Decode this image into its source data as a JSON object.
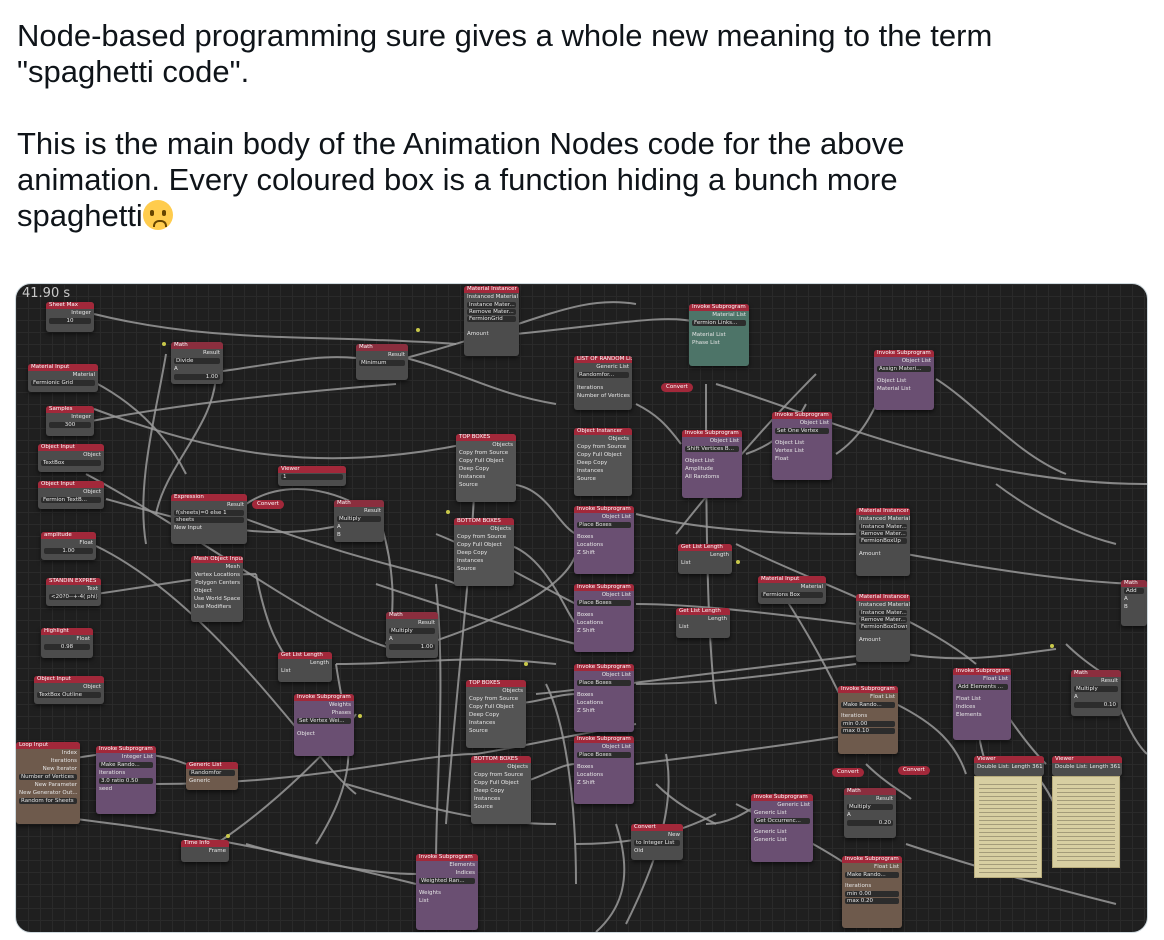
{
  "tweet": {
    "line1": "Node-based programming sure gives a whole new meaning to the term",
    "line2": "\"spaghetti code\".",
    "line3": "This is the main body of the Animation Nodes code for the above",
    "line4": "animation. Every coloured box is a function hiding a bunch more",
    "line5": "spaghetti"
  },
  "media": {
    "timer": "41.90 s"
  },
  "nodes": {
    "sheet_max": {
      "title": "Sheet Max",
      "field": "Integer",
      "value": "10"
    },
    "material_input": {
      "title": "Material Input",
      "out": "Material",
      "value": "Fermionic Grid"
    },
    "samples": {
      "title": "Samples",
      "field": "Integer",
      "value": "300"
    },
    "object_input_1": {
      "title": "Object Input",
      "out": "Object",
      "value": "TextBox"
    },
    "object_input_2": {
      "title": "Object Input",
      "out": "Object",
      "value": "Fermion TextB..."
    },
    "amplitude": {
      "title": "amplitude",
      "out": "Float",
      "value": "1.00"
    },
    "random_expres": {
      "title": "STANDIN EXPRES",
      "out": "Text",
      "value": "<20?0--+-4( phi) X"
    },
    "highlight": {
      "title": "Highlight",
      "out": "Float",
      "value": "0.98"
    },
    "object_input_3": {
      "title": "Object Input",
      "out": "Object",
      "value": "TextBox Outline"
    },
    "loop_input": {
      "title": "Loop Input",
      "rows": [
        "Index",
        "Iterations",
        "New Iterator",
        "Number of Vertices",
        "New Parameter",
        "New Generator Out...",
        "Random for Sheets"
      ]
    },
    "invoke_make_random_1": {
      "title": "Invoke Subprogram",
      "out": "Integer List",
      "fn": "Make Rando...",
      "rows": [
        "Iterations",
        "3.0 ratio  0.50",
        "seed"
      ]
    },
    "generic_list": {
      "title": "Generic List",
      "fn": "Randomfor",
      "out": "Generic"
    },
    "time_info": {
      "title": "Time Info",
      "out": "Frame"
    },
    "math_1": {
      "title": "Math",
      "out": "Result",
      "op": "Divide",
      "a": "A",
      "b": "1.00"
    },
    "math_2": {
      "title": "Math",
      "out": "Result",
      "op": "Minimum"
    },
    "expression": {
      "title": "Expression",
      "out": "Result",
      "expr": "f(sheets)=0 else 1",
      "rows": [
        "sheets",
        "New Input"
      ]
    },
    "convert_1": {
      "title": "Convert"
    },
    "viewer_1": {
      "title": "Viewer",
      "value": "1"
    },
    "math_3": {
      "title": "Math",
      "out": "Result",
      "op": "Multiply",
      "a": "A",
      "b": "B"
    },
    "mesh_object_input": {
      "title": "Mesh Object Input",
      "out": "Mesh",
      "rows": [
        "Vertex Locations",
        "Polygon Centers",
        "Object",
        "Use World Space",
        "Use Modifiers"
      ]
    },
    "get_list_length_1": {
      "title": "Get List Length",
      "out": "Length",
      "row": "List"
    },
    "math_4": {
      "title": "Math",
      "out": "Result",
      "op": "Multiply",
      "a": "A",
      "b": "1.00"
    },
    "invoke_set_vertices": {
      "title": "Invoke Subprogram",
      "rows": [
        "Weights",
        "Phases"
      ],
      "fn": "Set Vertex Wei...",
      "row": "Object"
    },
    "material_instancer_1": {
      "title": "Material Instancer",
      "out": "Instanced Material",
      "rows": [
        "Instance Mater...",
        "Remove Mater..."
      ],
      "value": "FermionGrid",
      "amount": "Amount"
    },
    "list_of_random_lists": {
      "title": "LIST OF RANDOM LISTS",
      "out": "Generic List",
      "fn": "Randomfor...",
      "rows": [
        "Iterations",
        "Number of Vertices"
      ]
    },
    "top_boxes_1": {
      "title": "TOP BOXES",
      "out": "Objects",
      "rows": [
        "Copy from Source",
        "Copy Full Object",
        "Deep Copy",
        "Instances",
        "Source"
      ]
    },
    "bottom_boxes_1": {
      "title": "BOTTOM BOXES",
      "out": "Objects",
      "rows": [
        "Copy from Source",
        "Copy Full Object",
        "Deep Copy",
        "Instances",
        "Source"
      ]
    },
    "object_instancer": {
      "title": "Object Instancer",
      "out": "Objects",
      "rows": [
        "Copy from Source",
        "Copy Full Object",
        "Deep Copy",
        "Instances",
        "Source"
      ]
    },
    "top_boxes_2": {
      "title": "TOP BOXES",
      "out": "Objects",
      "rows": [
        "Copy from Source",
        "Copy Full Object",
        "Deep Copy",
        "Instances",
        "Source"
      ]
    },
    "bottom_boxes_2": {
      "title": "BOTTOM BOXES",
      "out": "Objects",
      "rows": [
        "Copy from Source",
        "Copy Full Object",
        "Deep Copy",
        "Instances",
        "Source"
      ]
    },
    "invoke_place_boxes_1": {
      "title": "Invoke Subprogram",
      "out": "Object List",
      "fn": "Place Boxes",
      "rows": [
        "Boxes",
        "Locations",
        "Z Shift"
      ]
    },
    "invoke_place_boxes_2": {
      "title": "Invoke Subprogram",
      "out": "Object List",
      "fn": "Place Boxes",
      "rows": [
        "Boxes",
        "Locations",
        "Z Shift"
      ]
    },
    "invoke_place_boxes_3": {
      "title": "Invoke Subprogram",
      "out": "Object List",
      "fn": "Place Boxes",
      "rows": [
        "Boxes",
        "Locations",
        "Z Shift"
      ]
    },
    "invoke_place_boxes_4": {
      "title": "Invoke Subprogram",
      "out": "Object List",
      "fn": "Place Boxes",
      "rows": [
        "Boxes",
        "Locations",
        "Z Shift"
      ]
    },
    "invoke_fermion_links": {
      "title": "Invoke Subprogram",
      "out": "Material List",
      "fn": "Fermion Links...",
      "rows": [
        "Material List",
        "Phase List"
      ]
    },
    "convert_2": {
      "title": "Convert"
    },
    "invoke_shift_vertices": {
      "title": "Invoke Subprogram",
      "out": "Object List",
      "fn": "Shift Vertices B...",
      "rows": [
        "Object List",
        "Amplitude",
        "All Randoms"
      ]
    },
    "invoke_set_one_vertex": {
      "title": "Invoke Subprogram",
      "out": "Object List",
      "fn": "Set One Vertex",
      "rows": [
        "Object List",
        "Vertex List",
        "Float"
      ]
    },
    "invoke_assign_material": {
      "title": "Invoke Subprogram",
      "out": "Object List",
      "fn": "Assign Materi...",
      "rows": [
        "Object List",
        "Material List"
      ]
    },
    "get_list_length_2": {
      "title": "Get List Length",
      "out": "Length",
      "row": "List"
    },
    "get_list_length_3": {
      "title": "Get List Length",
      "out": "Length",
      "row": "List"
    },
    "material_input_2": {
      "title": "Material Input",
      "out": "Material",
      "value": "Fermions Box"
    },
    "material_instancer_2": {
      "title": "Material Instancer",
      "out": "Instanced Material",
      "rows": [
        "Instance Mater...",
        "Remove Mater..."
      ],
      "value": "FermionBoxUp",
      "amount": "Amount"
    },
    "material_instancer_3": {
      "title": "Material Instancer",
      "out": "Instanced Material",
      "rows": [
        "Instance Mater...",
        "Remove Mater..."
      ],
      "value": "FermionBoxDown",
      "amount": "Amount"
    },
    "invoke_make_random_2": {
      "title": "Invoke Subprogram",
      "out": "Float List",
      "fn": "Make Rando...",
      "rows": [
        "Iterations",
        "min  0.00",
        "max  0.10"
      ]
    },
    "invoke_add_elements": {
      "title": "Invoke Subprogram",
      "out": "Float List",
      "fn": "Add Elements ...",
      "rows": [
        "Float List",
        "Indices",
        "Elements"
      ]
    },
    "math_5": {
      "title": "Math",
      "out": "Result",
      "op": "Multiply",
      "a": "A",
      "b": "0.10"
    },
    "viewer_2": {
      "title": "Viewer",
      "value": "Double List: Length 361"
    },
    "viewer_3": {
      "title": "Viewer",
      "value": "Double List: Length 361"
    },
    "convert_3": {
      "title": "Convert"
    },
    "convert_4": {
      "title": "Convert"
    },
    "math_6": {
      "title": "Math",
      "out": "Result",
      "op": "Multiply",
      "a": "A",
      "b": "0.20"
    },
    "invoke_get_occurrences": {
      "title": "Invoke Subprogram",
      "out": "Generic List",
      "fn": "Get Occurrenc...",
      "rows": [
        "Generic List",
        "Generic List"
      ]
    },
    "convert_5": {
      "title": "Convert",
      "out": "New",
      "value": "to Integer List",
      "row": "Old"
    },
    "invoke_weighted_random": {
      "title": "Invoke Subprogram",
      "out": "Elements",
      "fn": "Weighted Ran...",
      "rows": [
        "Indices",
        "Weights",
        "List"
      ]
    },
    "invoke_make_random_3": {
      "title": "Invoke Subprogram",
      "out": "Float List",
      "fn": "Make Rando...",
      "rows": [
        "Iterations",
        "min  0.00",
        "max  0.20"
      ]
    },
    "math_edge": {
      "title": "Math",
      "rows": [
        "Add",
        "A",
        "B"
      ]
    }
  }
}
